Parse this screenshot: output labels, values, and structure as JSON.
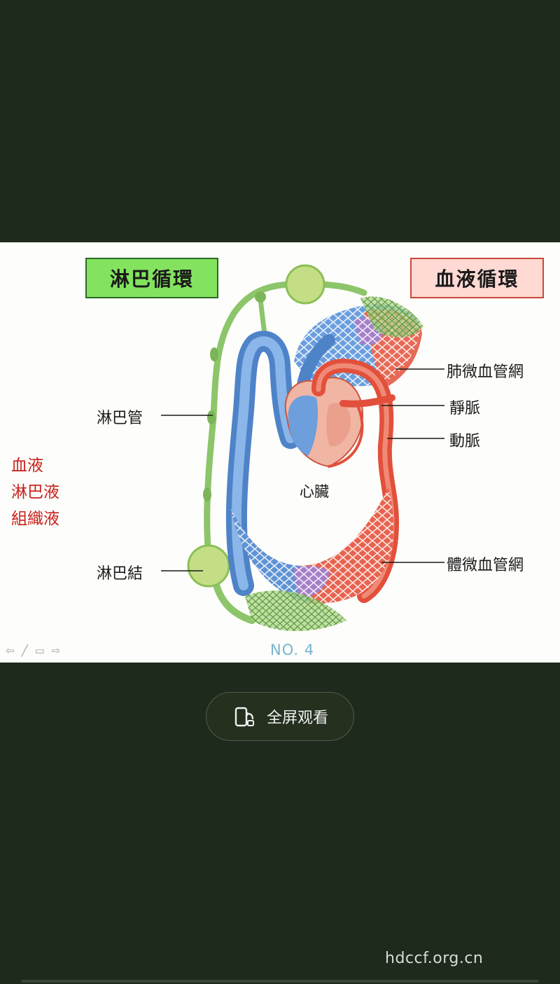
{
  "slide": {
    "lymph_title": "淋巴循環",
    "blood_title": "血液循環",
    "labels": {
      "lymph_vessel": "淋巴管",
      "lymph_node": "淋巴結",
      "heart": "心臟",
      "pulmonary_capillary": "肺微血管網",
      "vein": "靜脈",
      "artery": "動脈",
      "body_capillary": "體微血管網"
    },
    "side_list": [
      "血液",
      "淋巴液",
      "組織液"
    ],
    "slide_number": "NO. 4",
    "nav": [
      "prev-arrow-icon",
      "pen-icon",
      "menu-icon",
      "next-arrow-icon"
    ]
  },
  "fullscreen_button": {
    "label": "全屏观看",
    "icon": "rotate-phone-icon"
  },
  "watermark": "hdccf.org.cn",
  "colors": {
    "page_background": "#1e2a1c",
    "lymph": "#8cc56a",
    "vein_blue": "#5e93d4",
    "artery_red": "#e2503c",
    "mixed_purple": "#a57fc8",
    "side_text_red": "#c8201a"
  }
}
